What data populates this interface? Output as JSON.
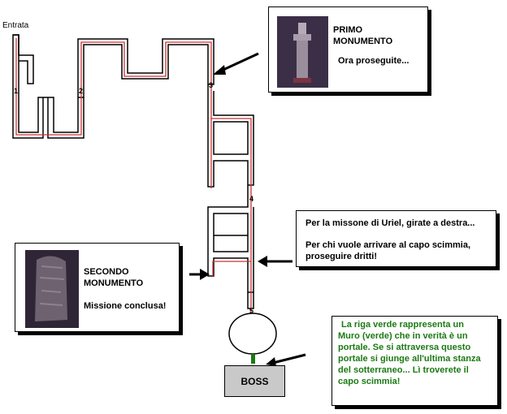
{
  "map": {
    "entrance_label": "Entrata",
    "waypoints": [
      "1",
      "2",
      "3",
      "4",
      "5"
    ],
    "path_color": "#cc3333",
    "green_wall_color": "#1b7a13"
  },
  "callouts": {
    "first_monument": {
      "title_line1": "PRIMO",
      "title_line2": "MONUMENTO",
      "text": "Ora proseguite..."
    },
    "second_monument": {
      "title_line1": "SECONDO",
      "title_line2": "MONUMENTO",
      "text": "Missione conclusa!"
    },
    "directions": {
      "line1": "Per la missone di Uriel, girate a destra...",
      "line2": "Per chi vuole arrivare al capo scimmia,",
      "line3": "proseguire dritti!"
    },
    "green_wall": {
      "line1": "La riga verde rappresenta un",
      "line2": "Muro (verde) che in verità è un",
      "line3": "portale. Se si attraversa questo",
      "line4": "portale si giunge all'ultima stanza",
      "line5": "del sotterraneo... Lì troverete il",
      "line6": "capo scimmia!"
    }
  },
  "boss": {
    "label": "BOSS"
  }
}
